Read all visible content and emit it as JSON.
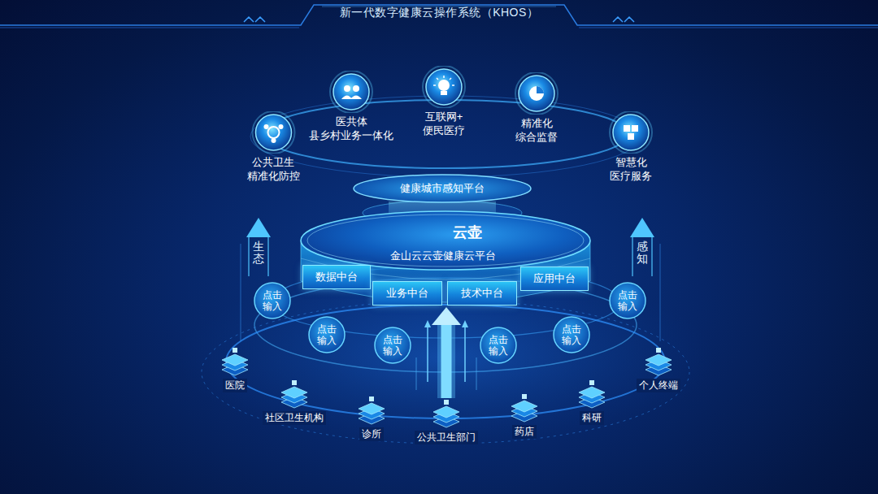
{
  "diagram": {
    "title": "新一代数字健康云操作系统（KHOS）",
    "nodes": [
      {
        "text": [
          "公共卫生 精准化防控"
        ]
      },
      {
        "text": [
          "医共体 县乡村业务一体化"
        ]
      },
      {
        "text": [
          "互联网+ 便民医疗"
        ]
      },
      {
        "text": [
          "精准化 综合监督"
        ]
      },
      {
        "text": [
          "智慧化 医疗服务"
        ]
      },
      {
        "text": [
          "健康城市感知平台"
        ]
      },
      {
        "text": [
          "云壶",
          "金山云云壶健康云平台"
        ]
      },
      {
        "text": [
          "数据中台"
        ],
        "in": 6
      },
      {
        "text": [
          "业务中台"
        ],
        "in": 6
      },
      {
        "text": [
          "技术中台"
        ],
        "in": 6
      },
      {
        "text": [
          "应用中台"
        ],
        "in": 6
      },
      {
        "text": [
          "点击 输入"
        ]
      },
      {
        "text": [
          "点击 输入"
        ]
      },
      {
        "text": [
          "点击 输入"
        ]
      },
      {
        "text": [
          "点击 输入"
        ]
      },
      {
        "text": [
          "点击 输入"
        ]
      },
      {
        "text": [
          "点击 输入"
        ]
      },
      {
        "text": [
          "医院"
        ]
      },
      {
        "text": [
          "社区卫生机构"
        ]
      },
      {
        "text": [
          "诊所"
        ]
      },
      {
        "text": [
          "公共卫生部门"
        ]
      },
      {
        "text": [
          "药店"
        ]
      },
      {
        "text": [
          "科研"
        ]
      },
      {
        "text": [
          "个人终端"
        ]
      }
    ],
    "edges": [
      {
        "from": 20,
        "to": 6,
        "arrow": "to"
      }
    ],
    "labels": [
      "生态",
      "感知"
    ]
  }
}
